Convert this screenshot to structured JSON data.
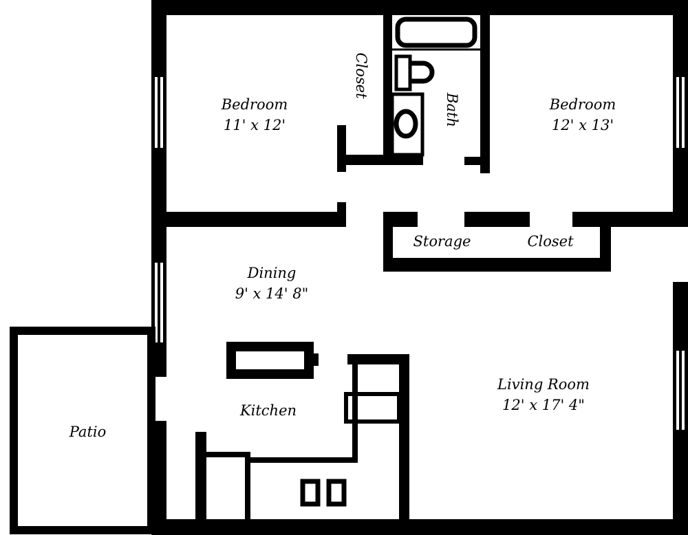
{
  "colors": {
    "wall": "#000000",
    "floor": "#ffffff"
  },
  "rooms": {
    "bedroom_left": {
      "name": "Bedroom",
      "size": "11' x 12'"
    },
    "bedroom_right": {
      "name": "Bedroom",
      "size": "12' x 13'"
    },
    "closet_bedroom": {
      "name": "Closet"
    },
    "bath": {
      "name": "Bath"
    },
    "storage": {
      "name": "Storage"
    },
    "closet_hall": {
      "name": "Closet"
    },
    "dining": {
      "name": "Dining",
      "size": "9' x 14' 8\""
    },
    "kitchen": {
      "name": "Kitchen"
    },
    "living": {
      "name": "Living Room",
      "size": "12' x 17' 4\""
    },
    "patio": {
      "name": "Patio"
    }
  }
}
